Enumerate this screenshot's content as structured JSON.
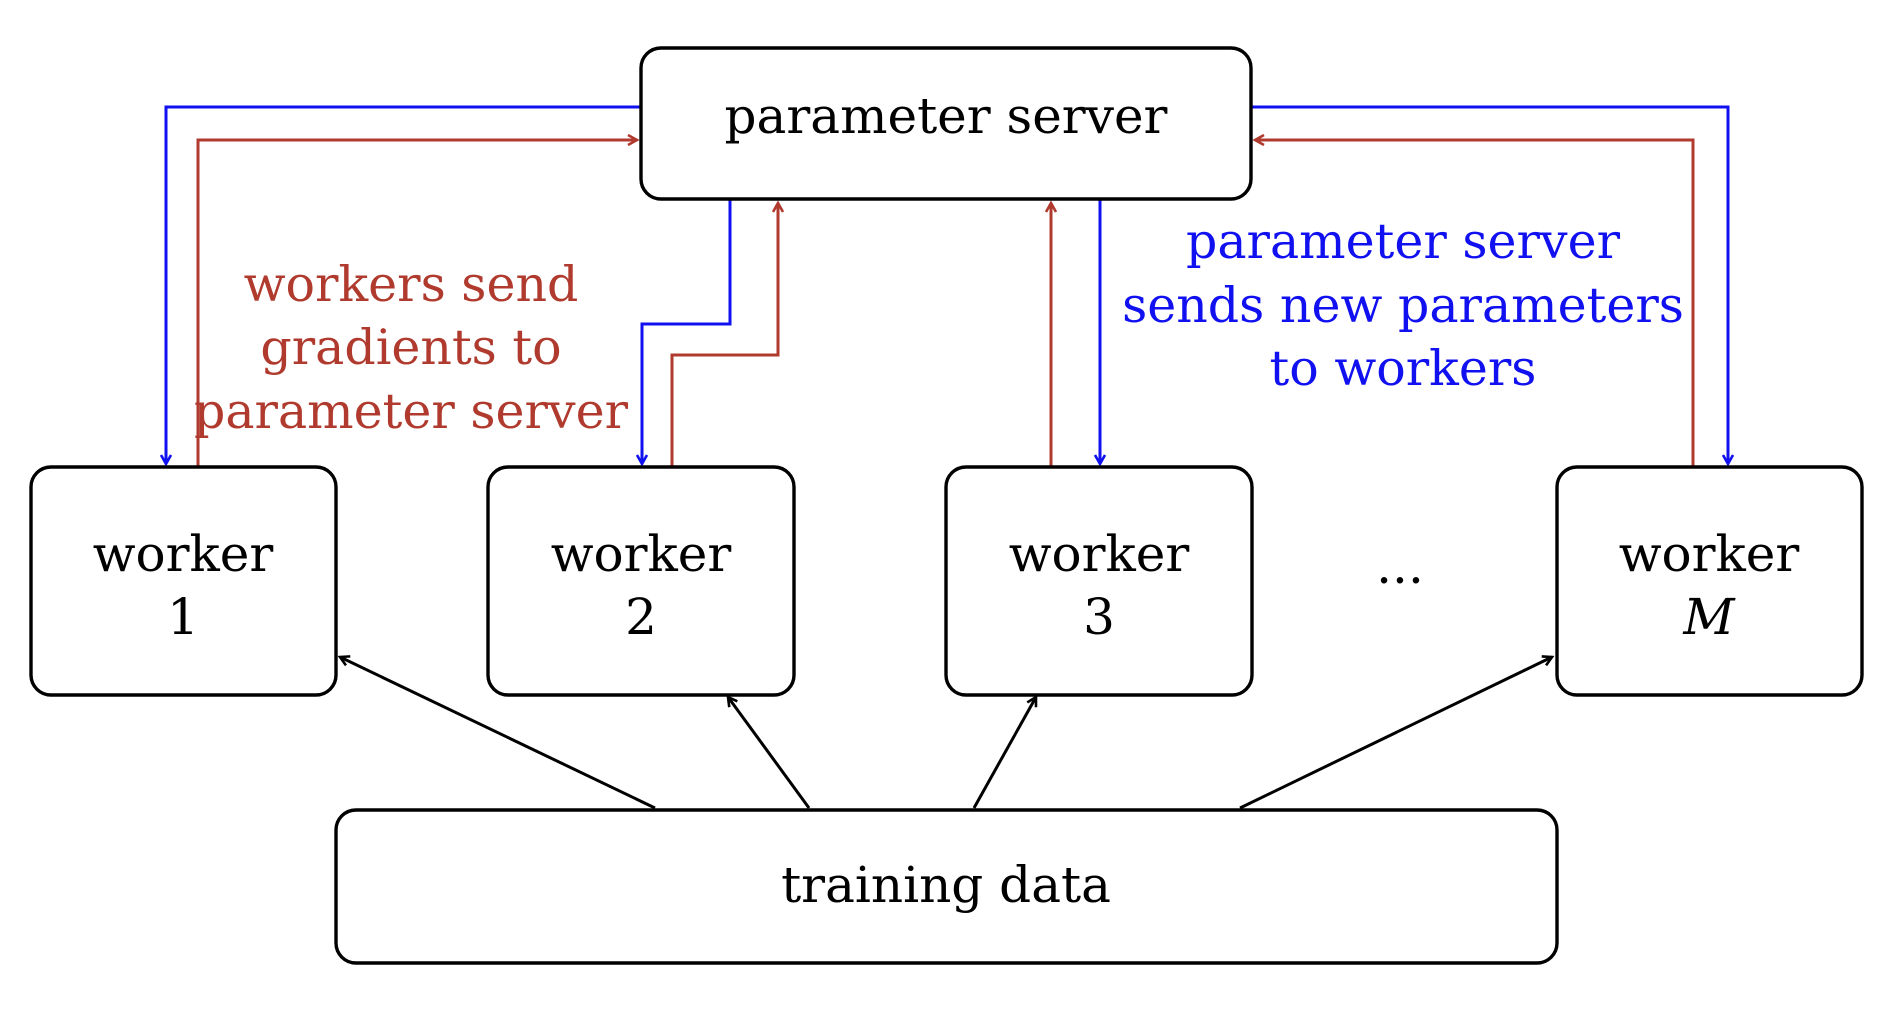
{
  "parameter_server": {
    "label": "parameter server"
  },
  "workers": [
    {
      "line1": "worker",
      "line2": "1",
      "italic": false
    },
    {
      "line1": "worker",
      "line2": "2",
      "italic": false
    },
    {
      "line1": "worker",
      "line2": "3",
      "italic": false
    },
    {
      "line1": "worker",
      "line2": "M",
      "italic": true
    }
  ],
  "ellipsis": "...",
  "training_data": {
    "label": "training data"
  },
  "notes": {
    "gradients": {
      "color": "#b03a2e",
      "lines": [
        "workers send",
        "gradients to",
        "parameter server"
      ]
    },
    "parameters": {
      "color": "#1010f0",
      "lines": [
        "parameter server",
        "sends new parameters",
        "to workers"
      ]
    }
  },
  "colors": {
    "gradient_arrow": "#b03a2e",
    "parameter_arrow": "#1010f0",
    "data_arrow": "#000000"
  }
}
